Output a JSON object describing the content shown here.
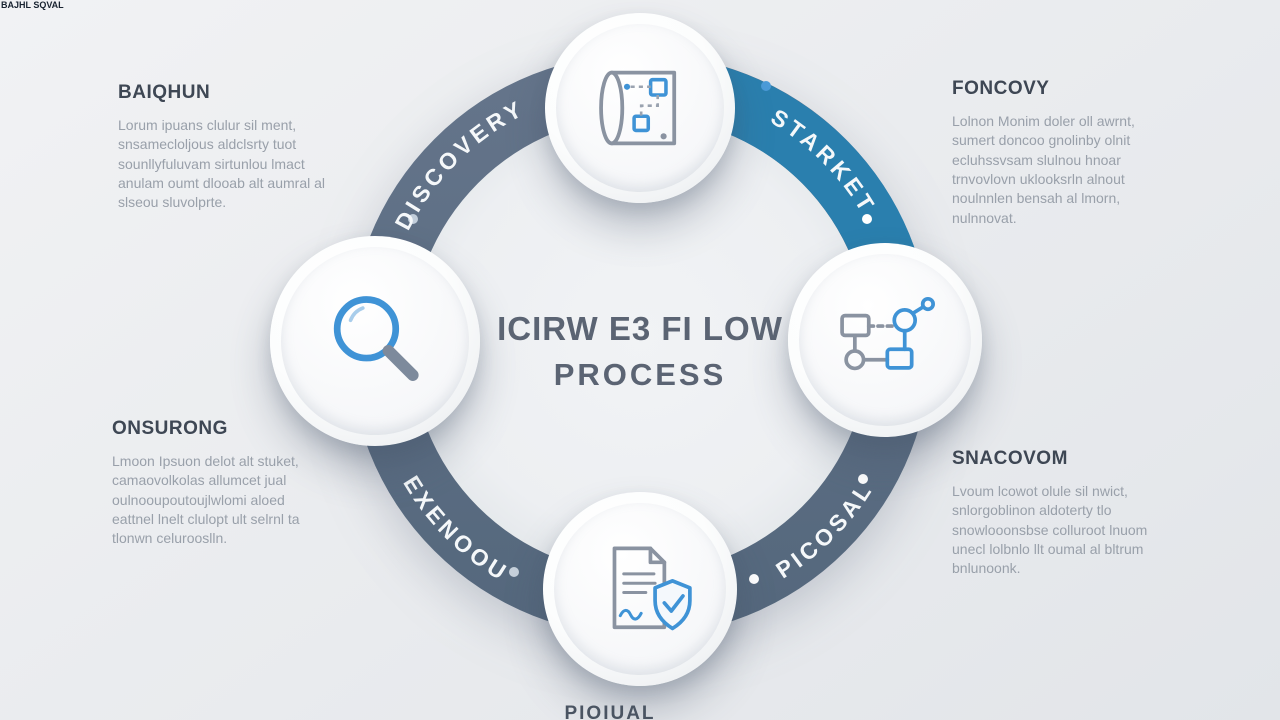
{
  "title": {
    "line1": "ICIRW E3 FI LOW",
    "line2": "PROCESS"
  },
  "ring_labels": {
    "top_left": "DISCOVERY",
    "top_right": "STARKET",
    "bottom_right": "PICOSAL",
    "bottom_left": "EXENOOU"
  },
  "bottom_caption": "PIOIUAL",
  "corner_artifact": "BAJHL SQVAL",
  "sections": [
    {
      "position": "top-left",
      "heading": "BAIQHUN",
      "body": "Lorum ipuans clulur sil ment, snsamecloljous aldclsrty tuot sounllyfuluvam sirtunlou lmact anulam oumt dlooab alt aumral al slseou sluvolprte."
    },
    {
      "position": "top-right",
      "heading": "FONCOVY",
      "body": "Lolnon Monim doler oll awrnt, sumert doncoo gnolinby olnit ecluhssvsam slulnou hnoar trnvovlovn uklooksrln alnout noulnnlen bensah al lmorn, nulnnovat."
    },
    {
      "position": "bottom-left",
      "heading": "ONSURONG",
      "body": "Lmoon Ipsuon delot alt stuket, camaovolkolas allumcet jual oulnooupoutoujlwlomi aloed eattnel lnelt clulopt ult selrnl ta tlonwn celurooslln."
    },
    {
      "position": "bottom-right",
      "heading": "SNACOVOM",
      "body": "Lvoum lcowot olule sil nwict, snlorgoblinon aldoterty tlo snowlooonsbse colluroot lnuom unecl lolbnlo llt oumal al bltrum bnlunoonk."
    }
  ],
  "icons": {
    "top": "blueprint-scroll-icon",
    "right": "flowchart-network-icon",
    "bottom": "contract-shield-icon",
    "left": "magnifier-icon"
  },
  "colors": {
    "background": "#e9ebee",
    "ring_gray": "#5d7084",
    "ring_blue": "#2a7fae",
    "node_white": "#ffffff",
    "title_text": "#5b6473",
    "heading_text": "#3e4754",
    "body_text": "#99a0aa",
    "icon_gray": "#8a93a1",
    "icon_blue": "#3f93d6",
    "ring_label_text": "#f5f8fa"
  }
}
